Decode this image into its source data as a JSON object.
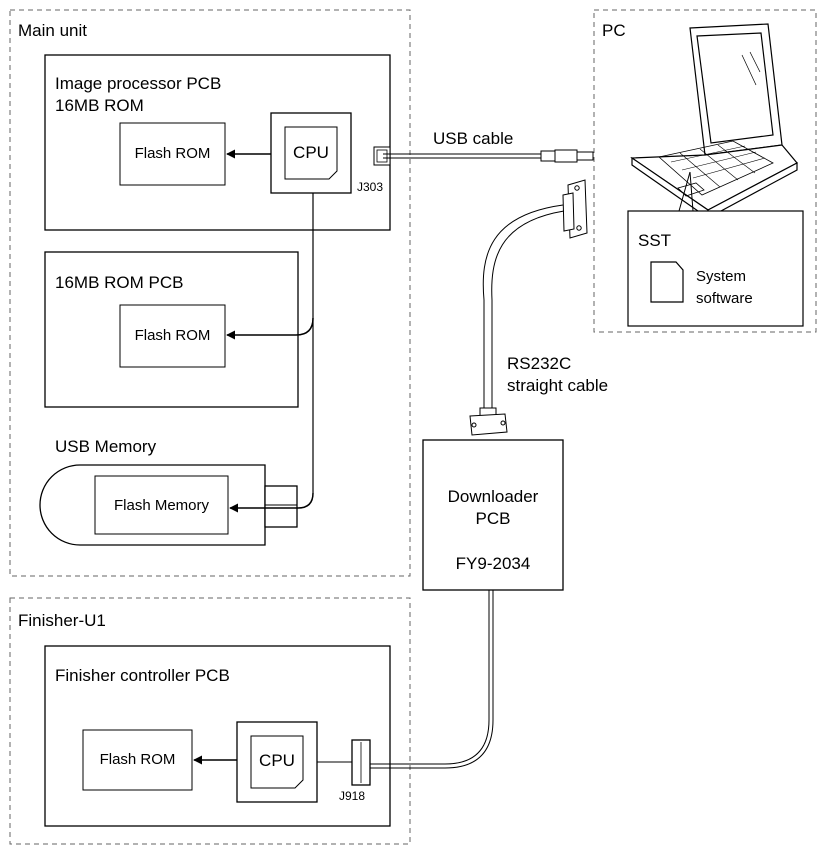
{
  "groups": {
    "main_unit": "Main unit",
    "pc": "PC",
    "finisher": "Finisher-U1"
  },
  "image_processor": {
    "title_line1": "Image processor PCB",
    "title_line2": "16MB ROM",
    "flash": "Flash ROM",
    "cpu": "CPU",
    "connector": "J303"
  },
  "rom_pcb": {
    "title": "16MB ROM PCB",
    "flash": "Flash ROM"
  },
  "usb_memory": {
    "title": "USB Memory",
    "flash": "Flash Memory"
  },
  "cables": {
    "usb": "USB cable",
    "rs232_line1": "RS232C",
    "rs232_line2": "straight cable"
  },
  "sst": {
    "title": "SST",
    "doc_line1": "System",
    "doc_line2": "software"
  },
  "downloader": {
    "line1": "Downloader",
    "line2": "PCB",
    "part": "FY9-2034"
  },
  "finisher_controller": {
    "title": "Finisher controller PCB",
    "flash": "Flash ROM",
    "cpu": "CPU",
    "connector": "J918"
  }
}
